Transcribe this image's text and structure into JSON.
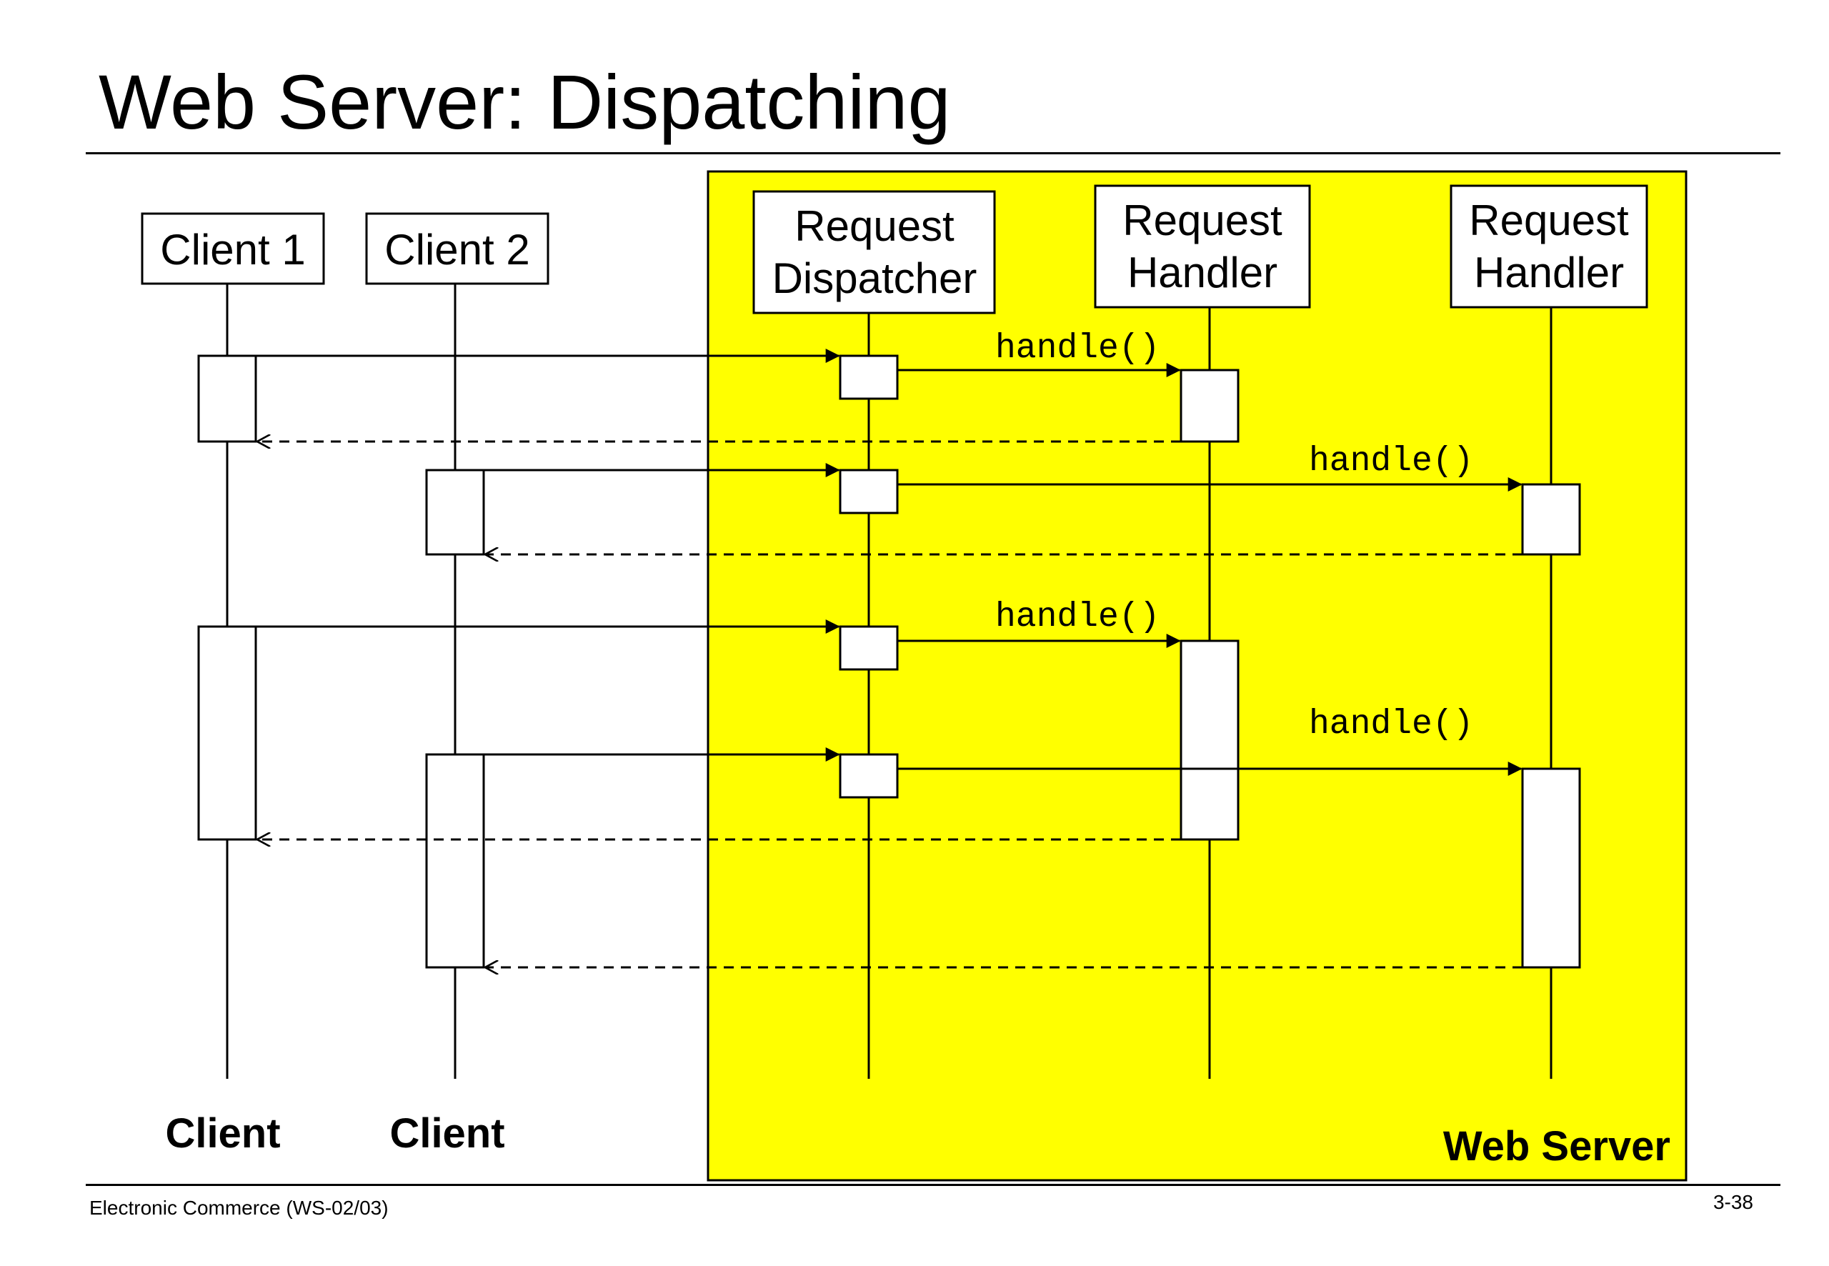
{
  "slide": {
    "title": "Web Server: Dispatching",
    "footer_left": "Electronic Commerce (WS-02/03)",
    "footer_right": "3-38"
  },
  "diagram": {
    "region_color": "#ffff00",
    "region_label": "Web Server",
    "participants": {
      "client1": "Client 1",
      "client2": "Client 2",
      "dispatcher": [
        "Request",
        "Dispatcher"
      ],
      "handler1": [
        "Request",
        "Handler"
      ],
      "handler2": [
        "Request",
        "Handler"
      ]
    },
    "bottom_labels": {
      "client1": "Client",
      "client2": "Client"
    },
    "messages": [
      "handle()",
      "handle()",
      "handle()",
      "handle()"
    ]
  }
}
